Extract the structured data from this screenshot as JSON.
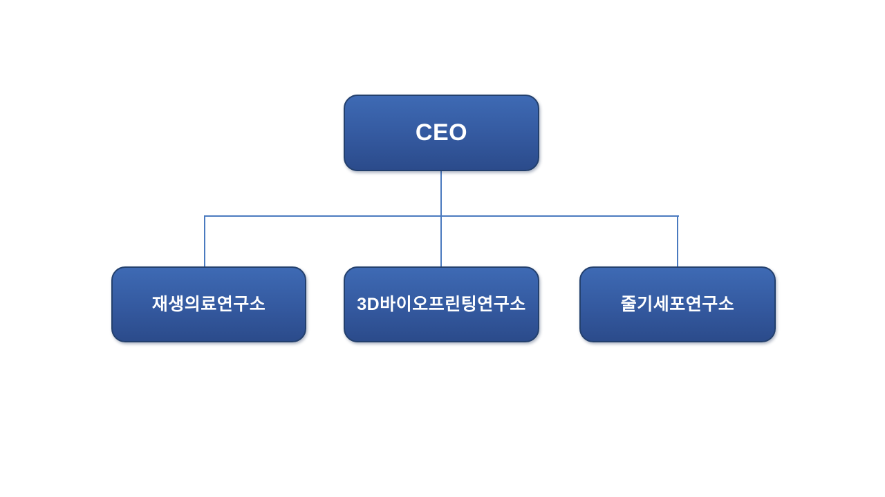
{
  "colors": {
    "background": "#ffffff",
    "box_fill_top": "#3e6ab4",
    "box_fill_bottom": "#2b4b8b",
    "box_border": "#23406d",
    "connector": "#4a7abf",
    "text": "#ffffff"
  },
  "org_chart": {
    "type": "organization-chart",
    "root": {
      "label": "CEO"
    },
    "children": [
      {
        "label": "재생의료연구소"
      },
      {
        "label": "3D바이오프린팅연구소"
      },
      {
        "label": "줄기세포연구소"
      }
    ]
  }
}
